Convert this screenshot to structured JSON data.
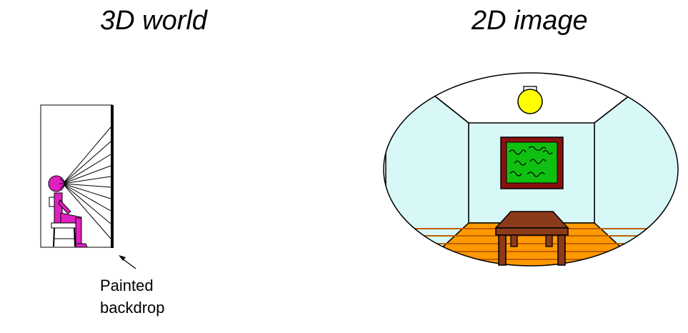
{
  "panels": {
    "left": {
      "title": "3D world"
    },
    "right": {
      "title": "2D image"
    }
  },
  "annotation": {
    "line1": "Painted",
    "line2": "backdrop"
  },
  "colors": {
    "person": "#e020c0",
    "wall": "#d8f8f8",
    "ceiling": "#ffffff",
    "floor": "#ff9900",
    "floor_lines": "#c06000",
    "picture_frame": "#8b1010",
    "picture_canvas": "#10c010",
    "table": "#8b3a1a",
    "lamp": "#ffff00"
  }
}
